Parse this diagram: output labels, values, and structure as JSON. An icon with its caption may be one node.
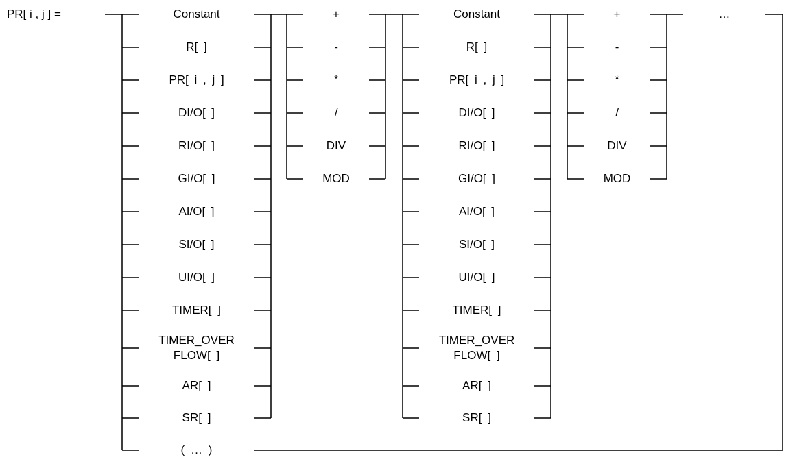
{
  "diagram": {
    "labels": [
      "PR[ i , j ] =",
      "Constant",
      "R[ ]",
      "PR[ i , j ]",
      "DI/O[ ]",
      "RI/O[ ]",
      "GI/O[ ]",
      "AI/O[ ]",
      "SI/O[ ]",
      "UI/O[ ]",
      "TIMER[ ]",
      "TIMER_OVER FLOW[ ]",
      "AR[ ]",
      "SR[ ]",
      "( … )",
      "+",
      "-",
      "*",
      "/",
      "DIV",
      "MOD",
      "Constant",
      "R[ ]",
      "PR[ i , j ]",
      "DI/O[ ]",
      "RI/O[ ]",
      "GI/O[ ]",
      "AI/O[ ]",
      "SI/O[ ]",
      "UI/O[ ]",
      "TIMER[ ]",
      "TIMER_OVER FLOW[ ]",
      "AR[ ]",
      "SR[ ]",
      "+",
      "-",
      "*",
      "/",
      "DIV",
      "MOD",
      "…"
    ]
  }
}
